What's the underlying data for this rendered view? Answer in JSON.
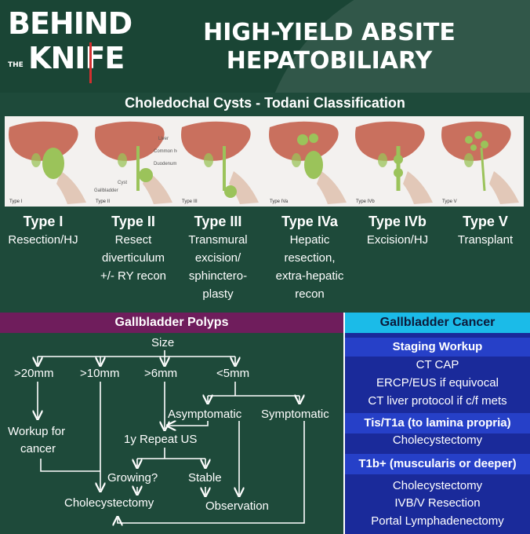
{
  "header": {
    "logo_behind": "BEHIND",
    "logo_the": "THE",
    "logo_knife": "KNIFE",
    "title_line1": "HIGH-YIELD ABSITE",
    "title_line2": "HEPATOBILIARY"
  },
  "choledochal": {
    "title": "Choledochal Cysts - Todani Classification",
    "image_labels": [
      "Type I",
      "Type II",
      "Type III",
      "Type IVa",
      "Type IVb",
      "Type V"
    ],
    "image_annotations": [
      "Liver",
      "Common hepatic duct",
      "Duodenum",
      "Cyst",
      "Gallbladder"
    ],
    "types": [
      {
        "name": "Type I",
        "desc": [
          "Resection/HJ"
        ]
      },
      {
        "name": "Type II",
        "desc": [
          "Resect",
          "diverticulum",
          "+/- RY recon"
        ]
      },
      {
        "name": "Type III",
        "desc": [
          "Transmural",
          "excision/",
          "sphinctero-",
          "plasty"
        ]
      },
      {
        "name": "Type IVa",
        "desc": [
          "Hepatic",
          "resection,",
          "extra-hepatic",
          "recon"
        ]
      },
      {
        "name": "Type IVb",
        "desc": [
          "Excision/HJ"
        ]
      },
      {
        "name": "Type V",
        "desc": [
          "Transplant"
        ]
      }
    ]
  },
  "polyps": {
    "title": "Gallbladder Polyps",
    "size": "Size",
    "gt20": ">20mm",
    "gt10": ">10mm",
    "gt6": ">6mm",
    "lt5": "<5mm",
    "workup_l1": "Workup for",
    "workup_l2": "cancer",
    "asymptomatic": "Asymptomatic",
    "symptomatic": "Symptomatic",
    "repeat_us": "1y Repeat US",
    "growing": "Growing?",
    "stable": "Stable",
    "cholecystectomy": "Cholecystectomy",
    "observation": "Observation"
  },
  "cancer": {
    "title": "Gallbladder Cancer",
    "staging": "Staging Workup",
    "staging_items": [
      "CT CAP",
      "ERCP/EUS if equivocal",
      "CT liver protocol if c/f mets"
    ],
    "tis": "Tis/T1a (to lamina propria)",
    "tis_items": [
      "Cholecystectomy"
    ],
    "t1b": "T1b+ (muscularis or deeper)",
    "t1b_items": [
      "Cholecystectomy",
      "IVB/V Resection",
      "Portal Lymphadenectomy"
    ]
  },
  "colors": {
    "background": "#1e4a3a",
    "polyp_header": "#6f1d5c",
    "cancer_header": "#1bbbe8",
    "cancer_body": "#1a2a9a",
    "cancer_sub": "#2640c8",
    "liver": "#c9705e",
    "bile": "#9bc35a"
  }
}
